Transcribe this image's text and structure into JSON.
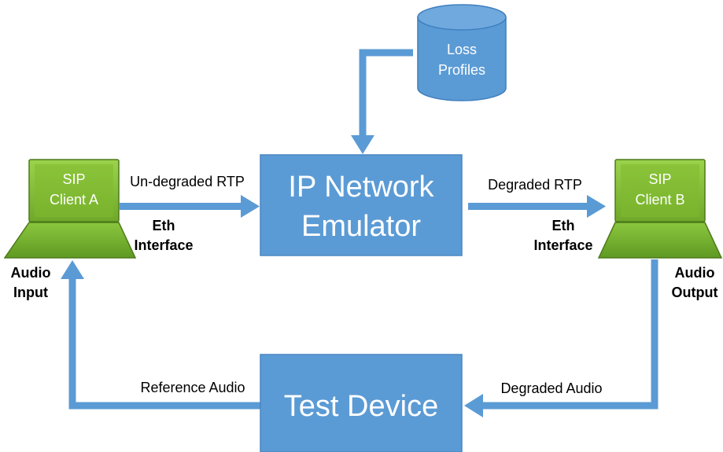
{
  "colors": {
    "box_fill": "#5b9bd5",
    "box_stroke": "#4a86c2",
    "arrow": "#5b9bd5",
    "laptop_body": "#7fb92e",
    "laptop_screen": "#8cc63f",
    "laptop_dark": "#5a8a20",
    "text_dark": "#000000",
    "text_light": "#ffffff"
  },
  "database": {
    "line1": "Loss",
    "line2": "Profiles"
  },
  "emulator": {
    "line1": "IP Network",
    "line2": "Emulator"
  },
  "test_device": {
    "label": "Test Device"
  },
  "client_a": {
    "line1": "SIP",
    "line2": "Client A"
  },
  "client_b": {
    "line1": "SIP",
    "line2": "Client B"
  },
  "edges": {
    "undegraded": "Un-degraded RTP",
    "degraded_rtp": "Degraded RTP",
    "reference_audio": "Reference Audio",
    "degraded_audio": "Degraded Audio"
  },
  "interface_a": {
    "line1": "Eth",
    "line2": "Interface"
  },
  "interface_b": {
    "line1": "Eth",
    "line2": "Interface"
  },
  "audio_input": {
    "line1": "Audio",
    "line2": "Input"
  },
  "audio_output": {
    "line1": "Audio",
    "line2": "Output"
  }
}
